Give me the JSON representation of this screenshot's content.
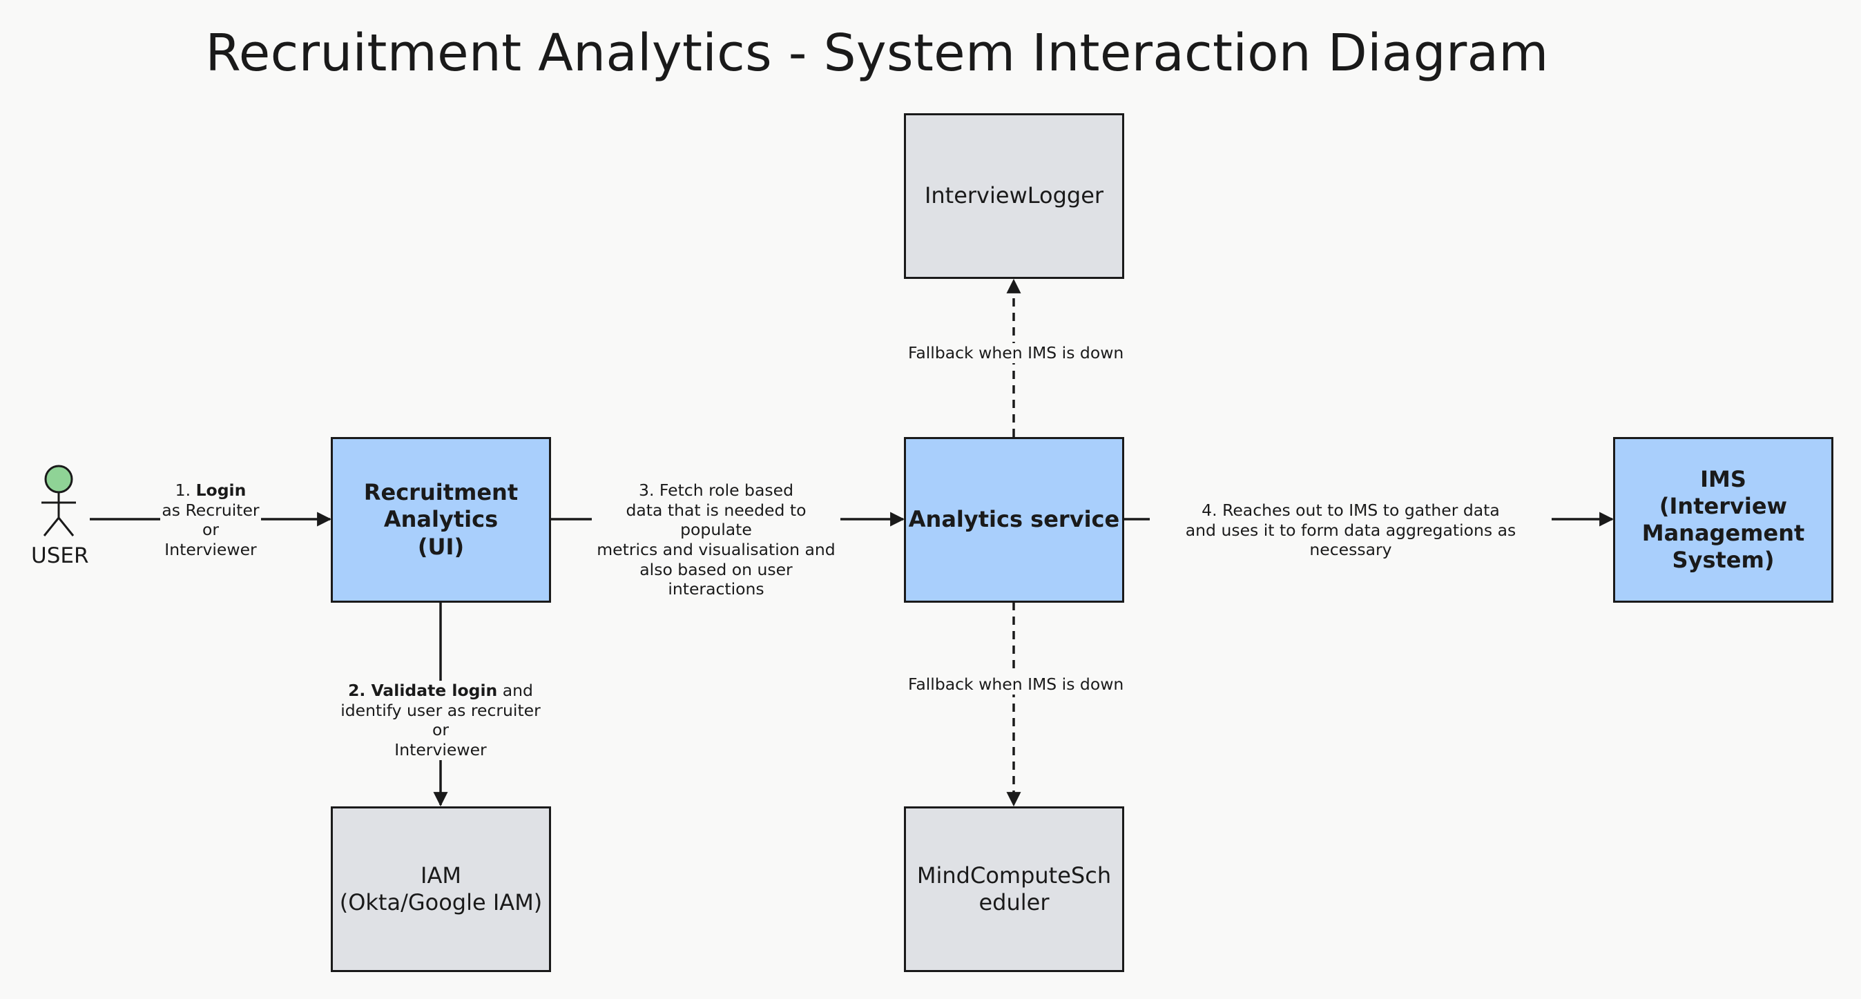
{
  "title": "Recruitment Analytics - System Interaction Diagram",
  "colors": {
    "primary_fill": "#a9cffc",
    "secondary_fill": "#dfe1e5",
    "actor_fill": "#8fd396",
    "stroke": "#1a1a1a",
    "background": "#f9f9f8"
  },
  "actor": {
    "label": "USER",
    "icon": "stick-figure-icon"
  },
  "nodes": {
    "ui": "Recruitment\nAnalytics\n(UI)",
    "analytics": "Analytics service",
    "ims": "IMS\n(Interview\nManagement\nSystem)",
    "logger": "InterviewLogger",
    "scheduler": "MindComputeSch\neduler",
    "iam": "IAM\n(Okta/Google IAM)"
  },
  "edges": {
    "login": {
      "num": "1. ",
      "bold": "Login",
      "rest": "as Recruiter\nor\nInterviewer"
    },
    "validate": {
      "bold": "2.  Validate login",
      "rest": "and",
      "line2": "identify user as recruiter or\nInterviewer"
    },
    "fetch": "3. Fetch role based\ndata that is needed to populate\nmetrics and visualisation and\nalso based on user interactions",
    "ims_gather": "4. Reaches out to IMS to gather data\nand uses it to form data aggregations as necessary",
    "fallback_logger": "Fallback when IMS is down",
    "fallback_scheduler": "Fallback when IMS is down"
  }
}
